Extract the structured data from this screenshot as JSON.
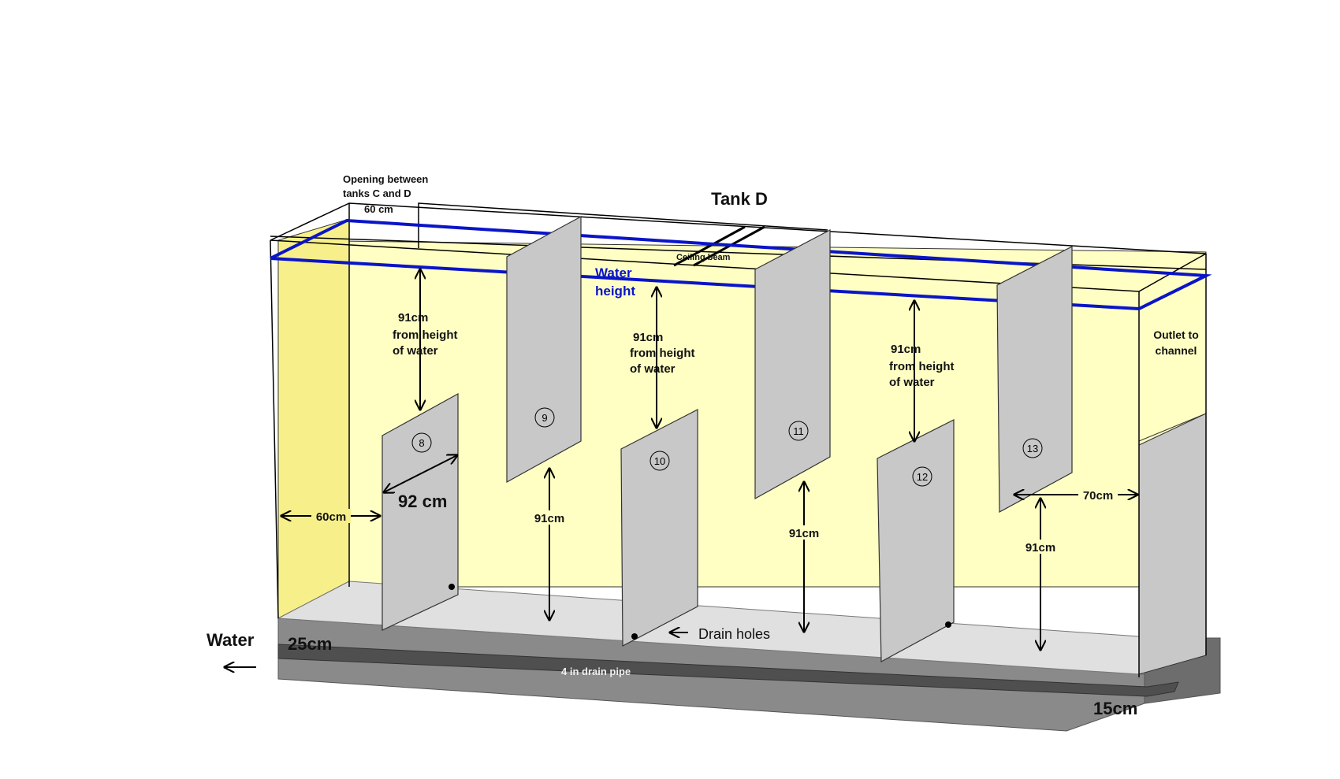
{
  "title": "Tank D",
  "opening_label": [
    "Opening between",
    "tanks C and D",
    "60 cm"
  ],
  "water_height_label": [
    "Water",
    "height"
  ],
  "ceiling_beam_label": "Ceiling beam",
  "outlet_label": [
    "Outlet to",
    "channel"
  ],
  "from_water_label": [
    "91cm",
    "from height",
    "of water"
  ],
  "gap_label": "91cm",
  "inlet_width_label": "60cm",
  "baffle_width_label": "92 cm",
  "outlet_width_label": "70cm",
  "drain_holes_label": "Drain holes",
  "drain_pipe_label": "4 in drain pipe",
  "water_label": "Water",
  "left_depth_label": "25cm",
  "right_depth_label": "15cm",
  "baffles": [
    "8",
    "9",
    "10",
    "11",
    "12",
    "13"
  ],
  "colors": {
    "tank_fill": "#ffffc4",
    "inlet_fill": "#f7f08a",
    "baffle_fill": "#c8c8c8",
    "floor_fill": "#e0e0e0",
    "base_fill": "#8a8a8a",
    "pipe_fill": "#555555",
    "water_line": "#0a14c8"
  }
}
